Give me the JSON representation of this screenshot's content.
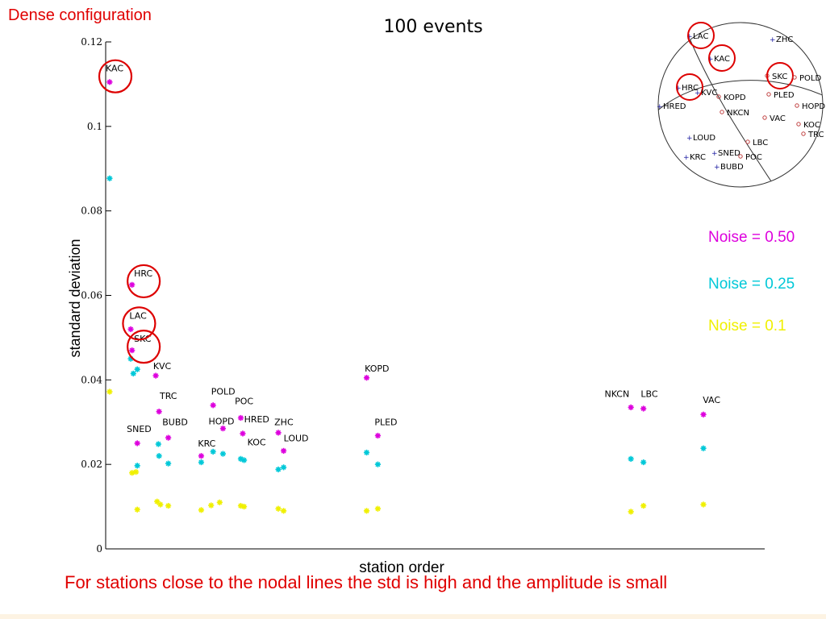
{
  "page": {
    "corner_label": "Dense configuration",
    "caption": "For stations close to the nodal lines the std is high and the amplitude is small",
    "corner_label_color": "#e00000",
    "caption_color": "#e00000"
  },
  "noise_labels": [
    {
      "text": "Noise = 0.50",
      "color": "#dd00dd"
    },
    {
      "text": "Noise = 0.25",
      "color": "#00c8d8"
    },
    {
      "text": "Noise = 0.1",
      "color": "#f0f000"
    }
  ],
  "chart_data": {
    "type": "scatter",
    "title": "100 events",
    "xlabel": "station order",
    "ylabel": "standard deviation",
    "ylim": [
      0,
      0.12
    ],
    "yticks": [
      0,
      0.02,
      0.04,
      0.06,
      0.08,
      0.1,
      0.12
    ],
    "yticklabels": [
      "0",
      "0.02",
      "0.04",
      "0.06",
      "0.08",
      "0.1",
      "0.12"
    ],
    "xlim": [
      0,
      100
    ],
    "grid": false,
    "marker": "asterisk",
    "series": [
      {
        "name": "Noise = 0.50",
        "color": "#dd00dd",
        "points": [
          {
            "x": 0.6,
            "y": 0.1105
          },
          {
            "x": 4.0,
            "y": 0.0625
          },
          {
            "x": 3.8,
            "y": 0.052
          },
          {
            "x": 4.0,
            "y": 0.047
          },
          {
            "x": 7.6,
            "y": 0.041
          },
          {
            "x": 8.1,
            "y": 0.0325
          },
          {
            "x": 4.8,
            "y": 0.025
          },
          {
            "x": 9.5,
            "y": 0.0263
          },
          {
            "x": 14.5,
            "y": 0.022
          },
          {
            "x": 16.3,
            "y": 0.034
          },
          {
            "x": 17.8,
            "y": 0.0285
          },
          {
            "x": 20.5,
            "y": 0.031
          },
          {
            "x": 20.8,
            "y": 0.0273
          },
          {
            "x": 26.2,
            "y": 0.0275
          },
          {
            "x": 27.0,
            "y": 0.0232
          },
          {
            "x": 39.6,
            "y": 0.0405
          },
          {
            "x": 41.3,
            "y": 0.0268
          },
          {
            "x": 79.7,
            "y": 0.0335
          },
          {
            "x": 81.6,
            "y": 0.0332
          },
          {
            "x": 90.7,
            "y": 0.0318
          }
        ]
      },
      {
        "name": "Noise = 0.25",
        "color": "#00c8d8",
        "points": [
          {
            "x": 0.6,
            "y": 0.0877
          },
          {
            "x": 3.8,
            "y": 0.045
          },
          {
            "x": 4.2,
            "y": 0.0415
          },
          {
            "x": 4.8,
            "y": 0.0425
          },
          {
            "x": 4.8,
            "y": 0.0197
          },
          {
            "x": 8.0,
            "y": 0.0248
          },
          {
            "x": 8.1,
            "y": 0.022
          },
          {
            "x": 9.5,
            "y": 0.0202
          },
          {
            "x": 14.5,
            "y": 0.0205
          },
          {
            "x": 16.3,
            "y": 0.023
          },
          {
            "x": 17.8,
            "y": 0.0225
          },
          {
            "x": 20.5,
            "y": 0.0213
          },
          {
            "x": 21.0,
            "y": 0.021
          },
          {
            "x": 26.2,
            "y": 0.0188
          },
          {
            "x": 27.0,
            "y": 0.0193
          },
          {
            "x": 39.6,
            "y": 0.0228
          },
          {
            "x": 41.3,
            "y": 0.02
          },
          {
            "x": 79.7,
            "y": 0.0213
          },
          {
            "x": 81.6,
            "y": 0.0205
          },
          {
            "x": 90.7,
            "y": 0.0238
          }
        ]
      },
      {
        "name": "Noise = 0.1",
        "color": "#f0f000",
        "points": [
          {
            "x": 0.6,
            "y": 0.0372
          },
          {
            "x": 4.0,
            "y": 0.018
          },
          {
            "x": 4.6,
            "y": 0.0182
          },
          {
            "x": 4.8,
            "y": 0.0093
          },
          {
            "x": 7.8,
            "y": 0.0112
          },
          {
            "x": 8.3,
            "y": 0.0105
          },
          {
            "x": 9.5,
            "y": 0.0102
          },
          {
            "x": 14.5,
            "y": 0.0092
          },
          {
            "x": 16.0,
            "y": 0.0103
          },
          {
            "x": 17.3,
            "y": 0.011
          },
          {
            "x": 20.5,
            "y": 0.0102
          },
          {
            "x": 21.0,
            "y": 0.01
          },
          {
            "x": 26.2,
            "y": 0.0095
          },
          {
            "x": 27.0,
            "y": 0.009
          },
          {
            "x": 39.6,
            "y": 0.009
          },
          {
            "x": 41.3,
            "y": 0.0095
          },
          {
            "x": 79.7,
            "y": 0.0088
          },
          {
            "x": 81.6,
            "y": 0.0102
          },
          {
            "x": 90.7,
            "y": 0.0105
          }
        ]
      }
    ],
    "station_labels": [
      {
        "text": "KAC",
        "x": 0.0,
        "y": 0.113
      },
      {
        "text": "HRC",
        "x": 4.3,
        "y": 0.0645
      },
      {
        "text": "LAC",
        "x": 3.6,
        "y": 0.0545
      },
      {
        "text": "SKC",
        "x": 4.3,
        "y": 0.049
      },
      {
        "text": "KVC",
        "x": 7.2,
        "y": 0.0425
      },
      {
        "text": "KOPD",
        "x": 39.3,
        "y": 0.042
      },
      {
        "text": "TRC",
        "x": 8.2,
        "y": 0.0355
      },
      {
        "text": "POLD",
        "x": 16.0,
        "y": 0.0365
      },
      {
        "text": "POC",
        "x": 19.6,
        "y": 0.0342
      },
      {
        "text": "NKCN",
        "x": 75.7,
        "y": 0.036
      },
      {
        "text": "LBC",
        "x": 81.2,
        "y": 0.036
      },
      {
        "text": "VAC",
        "x": 90.6,
        "y": 0.0345
      },
      {
        "text": "BUBD",
        "x": 8.6,
        "y": 0.0293
      },
      {
        "text": "HOPD",
        "x": 15.6,
        "y": 0.0295
      },
      {
        "text": "HRED",
        "x": 21.0,
        "y": 0.03
      },
      {
        "text": "ZHC",
        "x": 25.6,
        "y": 0.0293
      },
      {
        "text": "PLED",
        "x": 40.8,
        "y": 0.0293
      },
      {
        "text": "SNED",
        "x": 3.2,
        "y": 0.0277
      },
      {
        "text": "KOC",
        "x": 21.5,
        "y": 0.0245
      },
      {
        "text": "LOUD",
        "x": 27.0,
        "y": 0.0255
      },
      {
        "text": "KRC",
        "x": 14.0,
        "y": 0.0242
      }
    ],
    "highlighted_stations": [
      "KAC",
      "HRC",
      "LAC",
      "SKC"
    ],
    "highlight_color": "#dd0000"
  },
  "beachball": {
    "blue_stations": [
      {
        "text": "LAC",
        "circled": true
      },
      {
        "text": "ZHC",
        "circled": false
      },
      {
        "text": "KAC",
        "circled": true
      },
      {
        "text": "HRC",
        "circled": true
      },
      {
        "text": "KVC",
        "circled": false
      },
      {
        "text": "HRED",
        "circled": false
      },
      {
        "text": "LOUD",
        "circled": false
      },
      {
        "text": "KRC",
        "circled": false
      },
      {
        "text": "SNED",
        "circled": false
      },
      {
        "text": "BUBD",
        "circled": false
      }
    ],
    "red_stations": [
      {
        "text": "SKC",
        "circled": true
      },
      {
        "text": "POLD",
        "circled": false
      },
      {
        "text": "PLED",
        "circled": false
      },
      {
        "text": "HOPD",
        "circled": false
      },
      {
        "text": "KOPD",
        "circled": false
      },
      {
        "text": "NKCN",
        "circled": false
      },
      {
        "text": "VAC",
        "circled": false
      },
      {
        "text": "KOC",
        "circled": false
      },
      {
        "text": "TRC",
        "circled": false
      },
      {
        "text": "LBC",
        "circled": false
      },
      {
        "text": "POC",
        "circled": false
      }
    ],
    "blue_color": "#1a1aa0",
    "red_color": "#c04040"
  }
}
